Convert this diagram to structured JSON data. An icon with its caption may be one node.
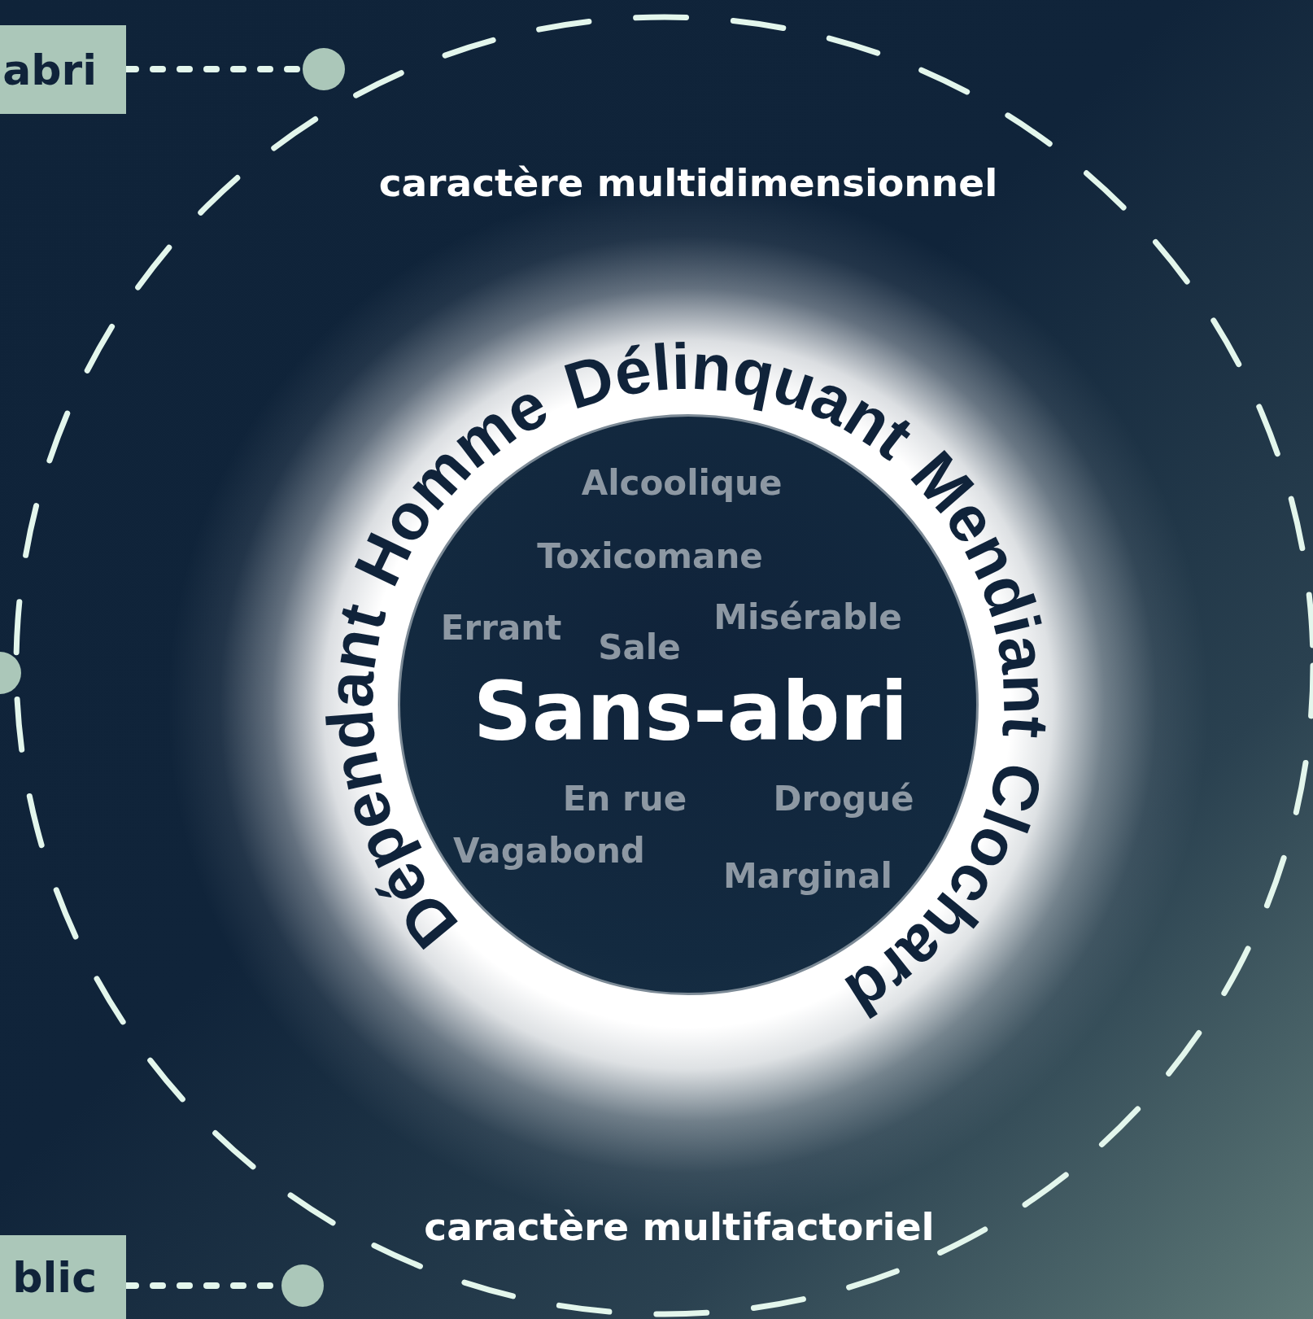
{
  "diagram": {
    "nodes": [
      {
        "text": [
          "abri"
        ]
      },
      {
        "text": [],
        "shape": "circle"
      },
      {
        "text": [],
        "shape": "circle"
      },
      {
        "text": [
          "Alcoolique",
          "Toxicomane",
          "Errant",
          "Sale",
          "Misérable",
          "Sans-abri",
          "En rue",
          "Drogué",
          "Vagabond",
          "Marginal"
        ]
      },
      {
        "text": [
          "blic"
        ]
      },
      {
        "text": [],
        "shape": "circle"
      }
    ],
    "edges": [
      {
        "from": 0,
        "to": 1,
        "arrow": "none",
        "style": "dashed"
      },
      {
        "from": 4,
        "to": 5,
        "arrow": "none",
        "style": "dashed"
      }
    ],
    "labels": [
      "caractère multidimensionnel",
      "Dépendant",
      "Homme",
      "Délinquant",
      "Mendiant",
      "Clochard",
      "caractère multifactoriel"
    ]
  }
}
